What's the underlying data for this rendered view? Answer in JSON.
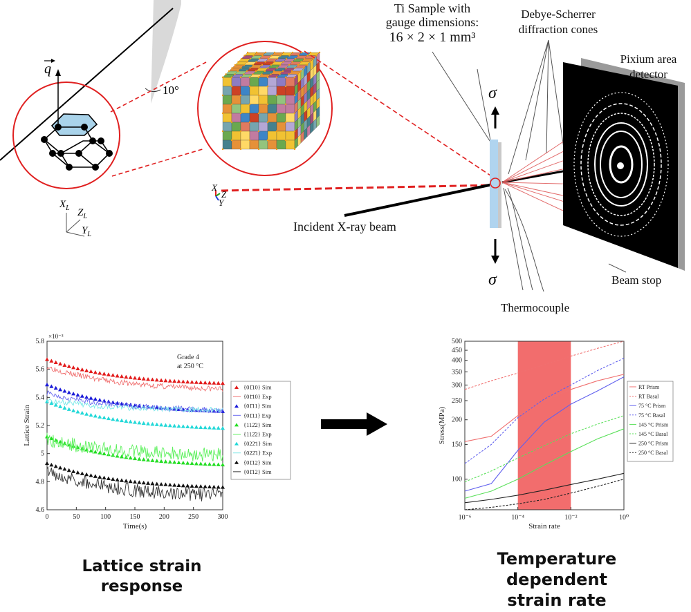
{
  "top": {
    "sample_label_1": "Ti Sample with",
    "sample_label_2": "gauge dimensions:",
    "sample_label_3": "16 × 2 × 1 mm³",
    "cones_label_1": "Debye-Scherrer",
    "cones_label_2": "diffraction cones",
    "detector_label_1": "Pixium area",
    "detector_label_2": "detector",
    "sigma": "σ",
    "incident_beam": "Incident X-ray beam",
    "thermocouple": "Thermocouple",
    "beam_stop": "Beam stop",
    "angle": "10°",
    "q_vector": "q",
    "xl": "X",
    "yl": "Y",
    "zl": "Z",
    "sub_l": "L",
    "cube_x": "X",
    "cube_y": "Y",
    "cube_z": "Z"
  },
  "captions": {
    "left_1": "Lattice strain",
    "left_2": "response",
    "right_1": "Temperature",
    "right_2": "dependent",
    "right_3": "strain rate"
  },
  "chart_data": [
    {
      "type": "line",
      "xlabel": "Time(s)",
      "ylabel": "Lattice Strain",
      "exponent_label": "×10⁻³",
      "annotation_1": "Grade 4",
      "annotation_2": "at 250 °C",
      "xlim": [
        0,
        300
      ],
      "ylim": [
        4.6,
        5.8
      ],
      "x_ticks": [
        "0",
        "50",
        "100",
        "150",
        "200",
        "250",
        "300"
      ],
      "y_ticks": [
        "4.6",
        "4.8",
        "5",
        "5.2",
        "5.4",
        "5.6",
        "5.8"
      ],
      "legend_position": "right",
      "series": [
        {
          "name": "{01̄10} Sim",
          "color": "#e21b1b",
          "marker": "triangle",
          "x": [
            0,
            300
          ],
          "y": [
            5.67,
            5.5
          ]
        },
        {
          "name": "{01̄10} Exp",
          "color": "#f07070",
          "marker": "none",
          "x": [
            0,
            300
          ],
          "y": [
            5.62,
            5.46
          ]
        },
        {
          "name": "{01̄11} Sim",
          "color": "#1a1ad8",
          "marker": "triangle",
          "x": [
            0,
            300
          ],
          "y": [
            5.49,
            5.3
          ]
        },
        {
          "name": "{01̄11} Exp",
          "color": "#6a6af0",
          "marker": "none",
          "x": [
            0,
            300
          ],
          "y": [
            5.43,
            5.31
          ]
        },
        {
          "name": "{112̄2} Sim",
          "color": "#22dd22",
          "marker": "triangle",
          "x": [
            0,
            300
          ],
          "y": [
            5.12,
            4.92
          ]
        },
        {
          "name": "{112̄2} Exp",
          "color": "#5af05a",
          "marker": "none",
          "x": [
            0,
            300
          ],
          "y": [
            5.1,
            4.99
          ]
        },
        {
          "name": "{022̄1} Sim",
          "color": "#22d8d8",
          "marker": "triangle",
          "x": [
            0,
            300
          ],
          "y": [
            5.37,
            5.18
          ]
        },
        {
          "name": "{022̄1} Exp",
          "color": "#7ae8e8",
          "marker": "none",
          "x": [
            0,
            300
          ],
          "y": [
            5.38,
            5.31
          ]
        },
        {
          "name": "{01̄12} Sim",
          "color": "#111111",
          "marker": "triangle",
          "x": [
            0,
            300
          ],
          "y": [
            4.93,
            4.76
          ]
        },
        {
          "name": "{01̄12} Sim",
          "color": "#333333",
          "marker": "none",
          "x": [
            0,
            300
          ],
          "y": [
            4.88,
            4.7
          ]
        }
      ]
    },
    {
      "type": "line",
      "xlabel": "Strain rate",
      "ylabel": "Stress(MPa)",
      "x_scale": "log",
      "y_scale": "log",
      "xlim": [
        1e-06,
        1
      ],
      "ylim": [
        70,
        500
      ],
      "x_ticks": [
        "10⁻⁶",
        "10⁻⁴",
        "10⁻²",
        "10⁰"
      ],
      "y_ticks": [
        "100",
        "150",
        "200",
        "250",
        "300",
        "350",
        "400",
        "450",
        "500"
      ],
      "highlight_band": [
        0.0001,
        0.01
      ],
      "highlight_color": "#f26d6d",
      "legend_position": "right",
      "series": [
        {
          "name": "RT Prism",
          "color": "#f07070",
          "dash": false,
          "x": [
            1e-06,
            1e-05,
            0.0001,
            0.001,
            0.01,
            0.1,
            1
          ],
          "y": [
            155,
            165,
            210,
            250,
            285,
            315,
            340
          ]
        },
        {
          "name": "RT Basal",
          "color": "#f07070",
          "dash": true,
          "x": [
            1e-06,
            1e-05,
            0.0001,
            0.001,
            0.01,
            0.1,
            1
          ],
          "y": [
            285,
            315,
            345,
            380,
            420,
            460,
            500
          ]
        },
        {
          "name": "75 °C Prism",
          "color": "#6060ee",
          "dash": false,
          "x": [
            1e-06,
            1e-05,
            0.0001,
            0.001,
            0.01,
            0.1,
            1
          ],
          "y": [
            87,
            95,
            140,
            195,
            240,
            280,
            330
          ]
        },
        {
          "name": "75 °C Basal",
          "color": "#6060ee",
          "dash": true,
          "x": [
            1e-06,
            1e-05,
            0.0001,
            0.001,
            0.01,
            0.1,
            1
          ],
          "y": [
            120,
            150,
            205,
            255,
            300,
            355,
            410
          ]
        },
        {
          "name": "145 °C Prism",
          "color": "#5ae05a",
          "dash": false,
          "x": [
            1e-06,
            1e-05,
            0.0001,
            0.001,
            0.01,
            0.1,
            1
          ],
          "y": [
            80,
            87,
            100,
            118,
            138,
            160,
            180
          ]
        },
        {
          "name": "145 °C Basal",
          "color": "#5ae05a",
          "dash": true,
          "x": [
            1e-06,
            1e-05,
            0.0001,
            0.001,
            0.01,
            0.1,
            1
          ],
          "y": [
            97,
            110,
            128,
            148,
            170,
            190,
            210
          ]
        },
        {
          "name": "250 °C Prism",
          "color": "#222222",
          "dash": false,
          "x": [
            1e-06,
            1e-05,
            0.0001,
            0.001,
            0.01,
            0.1,
            1
          ],
          "y": [
            76,
            79,
            83,
            88,
            94,
            100,
            107
          ]
        },
        {
          "name": "250 °C Basal",
          "color": "#222222",
          "dash": true,
          "x": [
            1e-06,
            1e-05,
            0.0001,
            0.001,
            0.01,
            0.1,
            1
          ],
          "y": [
            70,
            72,
            75,
            79,
            85,
            92,
            100
          ]
        }
      ]
    }
  ]
}
